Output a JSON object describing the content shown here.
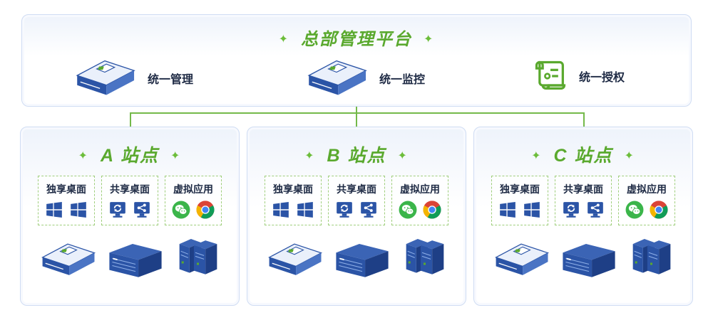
{
  "hq": {
    "title": "总部管理平台",
    "features": [
      {
        "label": "统一管理",
        "icon": "appliance-icon"
      },
      {
        "label": "统一监控",
        "icon": "appliance-icon"
      },
      {
        "label": "统一授权",
        "icon": "license-certificate-icon"
      }
    ]
  },
  "sites": [
    {
      "title": "A 站点",
      "groups": [
        {
          "label": "独享桌面",
          "icons": [
            "windows-icon",
            "windows-icon"
          ]
        },
        {
          "label": "共享桌面",
          "icons": [
            "refresh-monitor-icon",
            "share-monitor-icon"
          ]
        },
        {
          "label": "虚拟应用",
          "icons": [
            "wechat-icon",
            "chrome-icon"
          ]
        }
      ],
      "hardware": [
        "appliance-icon",
        "rack-server-icon",
        "tower-server-icon"
      ]
    },
    {
      "title": "B 站点",
      "groups": [
        {
          "label": "独享桌面",
          "icons": [
            "windows-icon",
            "windows-icon"
          ]
        },
        {
          "label": "共享桌面",
          "icons": [
            "refresh-monitor-icon",
            "share-monitor-icon"
          ]
        },
        {
          "label": "虚拟应用",
          "icons": [
            "wechat-icon",
            "chrome-icon"
          ]
        }
      ],
      "hardware": [
        "appliance-icon",
        "rack-server-icon",
        "tower-server-icon"
      ]
    },
    {
      "title": "C 站点",
      "groups": [
        {
          "label": "独享桌面",
          "icons": [
            "windows-icon",
            "windows-icon"
          ]
        },
        {
          "label": "共享桌面",
          "icons": [
            "refresh-monitor-icon",
            "share-monitor-icon"
          ]
        },
        {
          "label": "虚拟应用",
          "icons": [
            "wechat-icon",
            "chrome-icon"
          ]
        }
      ],
      "hardware": [
        "appliance-icon",
        "rack-server-icon",
        "tower-server-icon"
      ]
    }
  ],
  "colors": {
    "accent": "#5aa92e",
    "connector": "#74b94a",
    "device": "#2b54a6",
    "text": "#1e2a44"
  }
}
